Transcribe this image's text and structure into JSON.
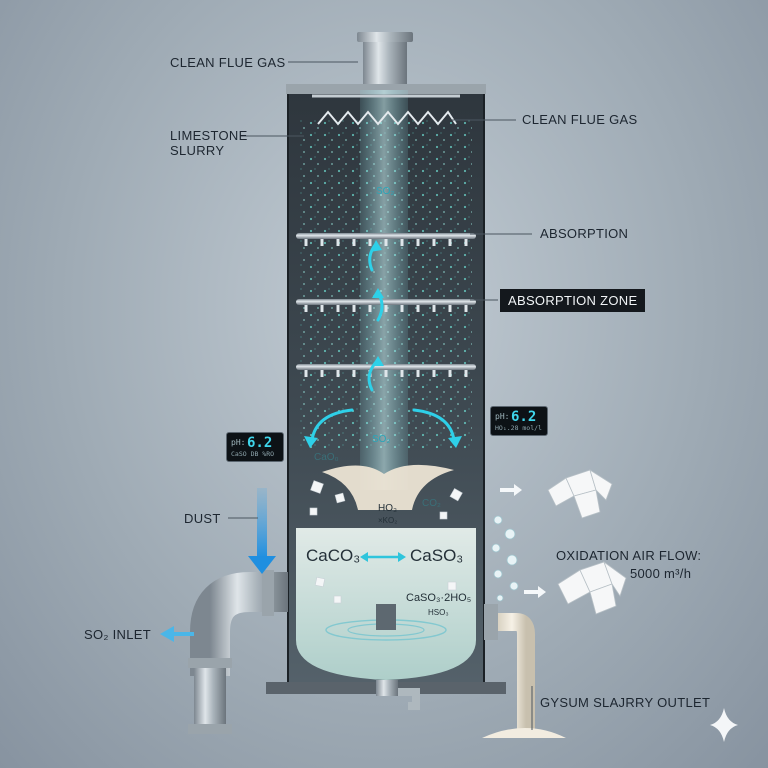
{
  "labels": {
    "clean_flue_gas_top": "CLEAN FLUE GAS",
    "clean_flue_gas_right": "CLEAN FLUE GAS",
    "limestone_slurry": "LIMESTONE\nSLURRY",
    "absorption": "ABSORPTION",
    "absorption_zone": "ABSORPTION ZONE",
    "dust": "DUST",
    "so2_inlet": "SO₂ INLET",
    "oxidation_air_flow": "OXIDATION AIR FLOW:",
    "oxidation_air_rate": "5000 m³/h",
    "gypsum_outlet": "GYSUM SLAJRRY OUTLET"
  },
  "chemistry": {
    "caco3": "CaCO₃",
    "caso3": "CaSO₃",
    "caso3_hydrate": "CaSO₃·2HO₅",
    "ho3": "HO₃",
    "ho3_sub": "×KO₂",
    "hso3": "HSO₃",
    "so2_upper": "SO₂",
    "so2_lower": "SO₂",
    "caco_left": "CaO₀",
    "co2_right": "CO₂"
  },
  "meters": {
    "left": {
      "ph_label": "pH:",
      "ph_value": "6.2",
      "sub": "CaSO DB %RO"
    },
    "right": {
      "ph_label": "pH:",
      "ph_value": "6.2",
      "sub": "HO₁.28 mol/l"
    }
  },
  "colors": {
    "accent": "#2ec5dc",
    "tower_dark": "#2a3036",
    "slurry": "#d8ebe6",
    "steel": "#b8c2c9"
  }
}
